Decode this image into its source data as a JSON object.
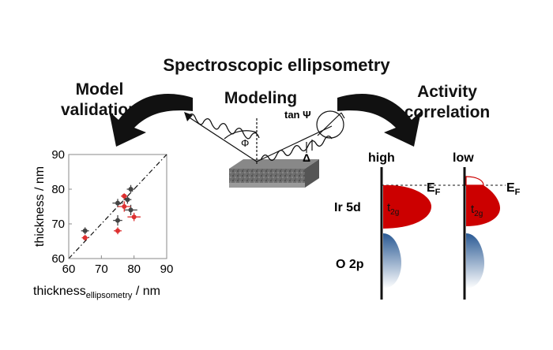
{
  "title": "Spectroscopic ellipsometry",
  "left_heading": {
    "line1": "Model",
    "line2": "validation"
  },
  "center_heading": "Modeling",
  "right_heading": {
    "line1": "Activity",
    "line2": "correlation"
  },
  "symbols": {
    "psi": "tan Ψ",
    "phi": "Φ",
    "delta": "Δ"
  },
  "band_diagram": {
    "high_label": "high",
    "low_label": "low",
    "ir_label": "Ir 5d",
    "o_label": "O 2p",
    "fermi_main": "E",
    "fermi_sub": "F",
    "t2g_main": "t",
    "t2g_sub": "2g",
    "colors": {
      "ir": "#cc0000",
      "o_top": "#2a5a94",
      "o_bottom": "#ffffff"
    }
  },
  "chart_data": {
    "type": "scatter",
    "xlabel_main": "thickness",
    "xlabel_sub": "ellipsometry",
    "xlabel_unit": " / nm",
    "ylabel": "thickness / nm",
    "xlim": [
      60,
      90
    ],
    "ylim": [
      60,
      90
    ],
    "xticks": [
      "60",
      "70",
      "80",
      "90"
    ],
    "yticks": [
      "60",
      "70",
      "80",
      "90"
    ],
    "diagonal": true,
    "series": [
      {
        "color": "#444444",
        "points": [
          {
            "x": 65,
            "y": 68,
            "xerr": 1.2,
            "yerr": 1.0
          },
          {
            "x": 75,
            "y": 76,
            "xerr": 1.6,
            "yerr": 1.2
          },
          {
            "x": 75,
            "y": 71,
            "xerr": 1.4,
            "yerr": 1.5
          },
          {
            "x": 79,
            "y": 80,
            "xerr": 1.2,
            "yerr": 1.2
          },
          {
            "x": 78,
            "y": 77,
            "xerr": 1.2,
            "yerr": 1.2
          },
          {
            "x": 79,
            "y": 74,
            "xerr": 2.0,
            "yerr": 1.5
          }
        ]
      },
      {
        "color": "#dd3030",
        "points": [
          {
            "x": 65,
            "y": 66,
            "xerr": 1.0,
            "yerr": 0.8
          },
          {
            "x": 75,
            "y": 68,
            "xerr": 1.2,
            "yerr": 1.0
          },
          {
            "x": 77,
            "y": 75,
            "xerr": 2.0,
            "yerr": 1.5
          },
          {
            "x": 80,
            "y": 72,
            "xerr": 2.0,
            "yerr": 1.2
          },
          {
            "x": 77,
            "y": 78,
            "xerr": 1.0,
            "yerr": 0.8
          }
        ]
      }
    ]
  }
}
